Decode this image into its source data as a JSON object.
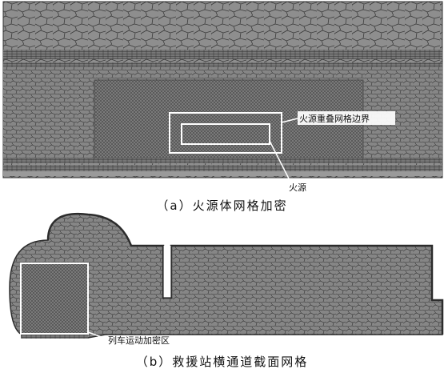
{
  "panel_a": {
    "caption": "（a）火源体网格加密",
    "label_overlap_boundary": "火源重叠网格边界",
    "label_fire_source": "火源"
  },
  "panel_b": {
    "caption": "（b）救援站横通道截面网格",
    "label_train_refine": "列车运动加密区"
  },
  "colors": {
    "mesh_bg": "#8c8c8c",
    "mesh_line": "#3c3c3c",
    "dense_mesh": "#6f6f6f",
    "highlight": "#ffffff"
  }
}
